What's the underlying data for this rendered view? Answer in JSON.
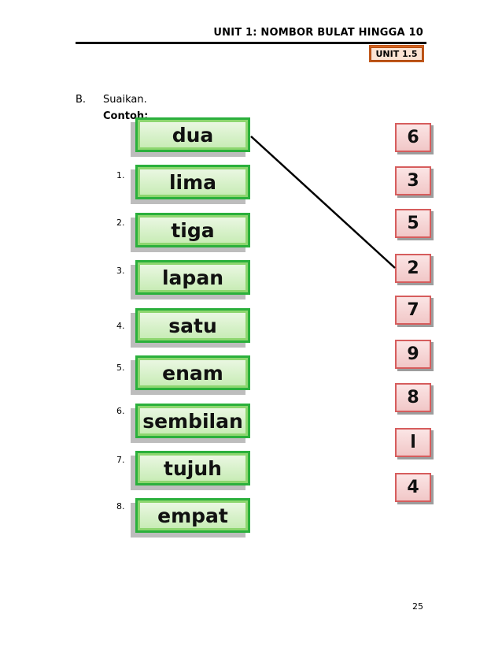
{
  "header": {
    "unit_title": "UNIT 1: NOMBOR BULAT  HINGGA 10",
    "unit_badge": "UNIT 1.5"
  },
  "section": {
    "letter": "B.",
    "instruction": "Suaikan.",
    "example_label": "Contoh:"
  },
  "words": [
    {
      "number": "",
      "word": "dua"
    },
    {
      "number": "1.",
      "word": "lima"
    },
    {
      "number": "2.",
      "word": "tiga"
    },
    {
      "number": "3.",
      "word": "lapan"
    },
    {
      "number": "4.",
      "word": "satu"
    },
    {
      "number": "5.",
      "word": "enam"
    },
    {
      "number": "6.",
      "word": "sembilan"
    },
    {
      "number": "7.",
      "word": "tujuh"
    },
    {
      "number": "8.",
      "word": "empat"
    }
  ],
  "numbers": [
    "6",
    "3",
    "5",
    "2",
    "7",
    "9",
    "8",
    "l",
    "4"
  ],
  "colors": {
    "word_box_border": "#2bb03c",
    "number_box_border": "#d65d5d",
    "badge": "#e8742a"
  },
  "page_number": "25"
}
